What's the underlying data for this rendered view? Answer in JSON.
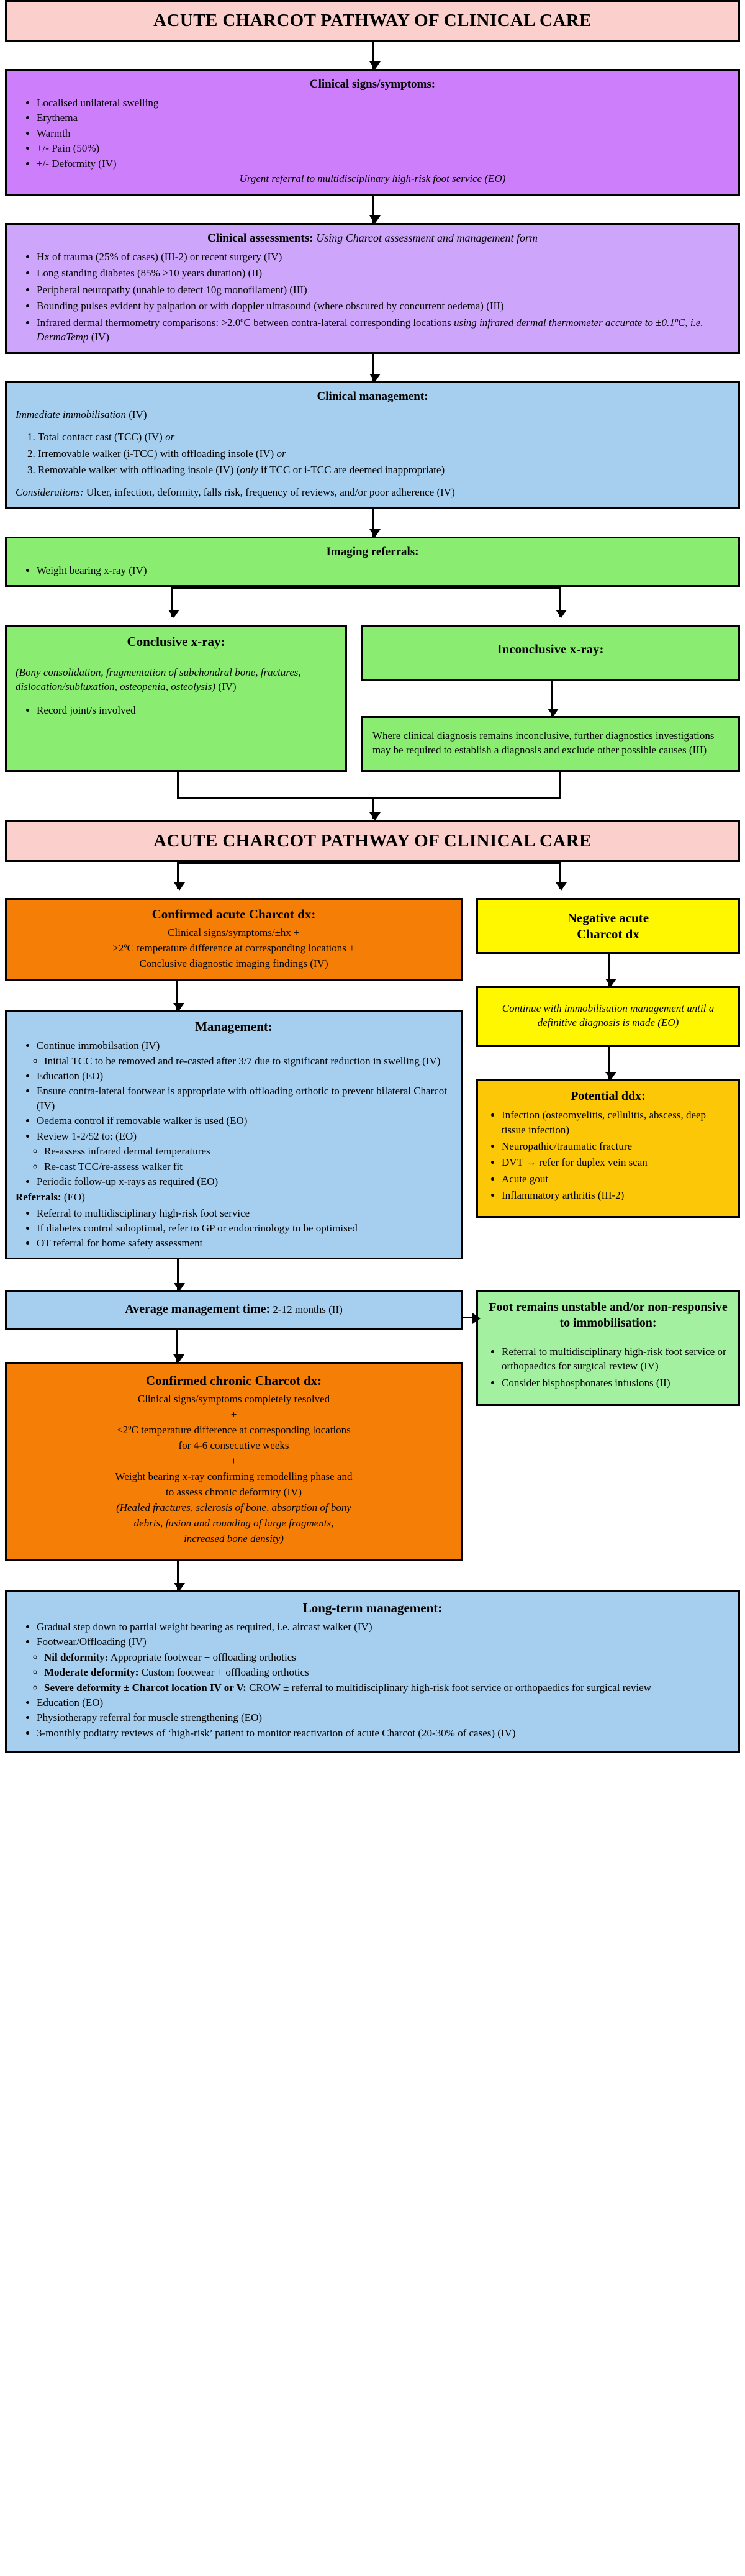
{
  "banner": {
    "title": "ACUTE CHARCOT PATHWAY OF CLINICAL CARE"
  },
  "signs": {
    "heading": "Clinical signs/symptoms:",
    "items": [
      "Localised unilateral swelling",
      "Erythema",
      "Warmth",
      "+/- Pain (50%)",
      "+/- Deformity (IV)"
    ],
    "footnote": "Urgent referral to multidisciplinary high-risk foot service (EO)"
  },
  "assessments": {
    "heading": "Clinical assessments:",
    "heading_sub": "Using Charcot assessment and management form",
    "items": [
      "Hx of trauma (25% of cases) (III-2) or recent surgery (IV)",
      "Long standing diabetes (85% >10 years duration) (II)",
      "Peripheral neuropathy (unable to detect 10g monofilament) (III)",
      "Bounding pulses evident by palpation or with doppler ultrasound (where obscured by concurrent oedema) (III)"
    ],
    "thermometry_lead": "Infrared dermal thermometry comparisons: >2.0ºC between contra-lateral corresponding locations ",
    "thermometry_italic": "using infrared dermal thermometer accurate to ±0.1ºC, i.e. DermaTemp",
    "thermometry_tail": " (IV)"
  },
  "management_early": {
    "heading": "Clinical management:",
    "immobilisation": "Immediate immobilisation",
    "immobilisation_tail": " (IV)",
    "options": [
      {
        "text": "Total contact cast (TCC) (IV) ",
        "italic": "or",
        "tail": ""
      },
      {
        "text": "Irremovable walker (i-TCC) with offloading insole (IV) ",
        "italic": "or",
        "tail": ""
      },
      {
        "text": "Removable walker with offloading insole (IV) (",
        "italic": "only",
        "tail": " if TCC or i-TCC are deemed inappropriate)"
      }
    ],
    "considerations_label": "Considerations:",
    "considerations_text": " Ulcer, infection, deformity, falls risk, frequency of reviews, and/or poor adherence (IV)"
  },
  "imaging": {
    "heading": "Imaging referrals:",
    "items": [
      "Weight bearing x-ray (IV)"
    ]
  },
  "conclusive": {
    "heading": "Conclusive x-ray:",
    "italic_note": "(Bony consolidation, fragmentation of subchondral bone, fractures, dislocation/subluxation, osteopenia, osteolysis)",
    "italic_tail": " (IV)",
    "items": [
      "Record joint/s involved"
    ]
  },
  "inconclusive": {
    "heading": "Inconclusive x-ray:",
    "body": "Where clinical diagnosis remains inconclusive, further diagnostics investigations may be required to establish a diagnosis and exclude other possible causes (III)"
  },
  "confirmed_acute": {
    "heading": "Confirmed acute Charcot dx:",
    "lines": [
      "Clinical signs/symptoms/±hx +",
      ">2ºC temperature difference at corresponding locations +",
      "Conclusive diagnostic imaging findings (IV)"
    ]
  },
  "negative_acute": {
    "heading_line1": "Negative acute",
    "heading_line2": "Charcot dx"
  },
  "continue_immob": {
    "text": "Continue with immobilisation management until a definitive diagnosis is made (EO)"
  },
  "management": {
    "heading": "Management:",
    "items": [
      {
        "text": "Continue immobilsation (IV)",
        "sub": [
          "Initial TCC to be removed and re-casted after 3/7 due to significant reduction in swelling (IV)"
        ]
      },
      {
        "text": "Education (EO)",
        "sub": []
      },
      {
        "text": "Ensure contra-lateral footwear is appropriate with offloading orthotic to prevent bilateral Charcot (IV)",
        "sub": []
      },
      {
        "text": "Oedema control if removable walker is used (EO)",
        "sub": []
      },
      {
        "text": "Review 1-2/52 to: (EO)",
        "sub": [
          "Re-assess infrared dermal temperatures",
          "Re-cast TCC/re-assess walker fit"
        ]
      },
      {
        "text": "Periodic follow-up x-rays as required (EO)",
        "sub": []
      }
    ],
    "referrals_label": "Referrals:",
    "referrals_tail": " (EO)",
    "referrals": [
      "Referral to multidisciplinary high-risk foot service",
      "If diabetes control suboptimal, refer to GP or endocrinology to be optimised",
      "OT referral for home safety assessment"
    ]
  },
  "potential_ddx": {
    "heading": "Potential ddx:",
    "items": [
      "Infection (osteomyelitis, cellulitis, abscess, deep tissue infection)",
      "Neuropathic/traumatic fracture",
      "DVT → refer for duplex vein scan",
      "Acute gout",
      "Inflammatory arthritis (III-2)"
    ]
  },
  "avg_time": {
    "label": "Average management time:",
    "value": " 2-12 months (II)"
  },
  "unstable": {
    "heading": "Foot remains unstable and/or non-responsive to immobilisation:",
    "items": [
      "Referral to multidisciplinary high-risk foot service or orthopaedics for surgical review (IV)",
      "Consider bisphosphonates infusions (II)"
    ]
  },
  "chronic": {
    "heading": "Confirmed chronic Charcot dx:",
    "lines": [
      "Clinical signs/symptoms completely resolved",
      "+",
      "<2ºC temperature difference at corresponding locations",
      "for 4-6 consecutive weeks",
      "+",
      "Weight bearing x-ray confirming remodelling phase and",
      "to assess chronic deformity (IV)"
    ],
    "italic_lines": [
      "(Healed fractures, sclerosis of bone, absorption of bony",
      "debris, fusion and rounding of large fragments,",
      "increased bone density)"
    ]
  },
  "longterm": {
    "heading": "Long-term management:",
    "item1": "Gradual step down to partial weight bearing as required, i.e. aircast walker (IV)",
    "item2": "Footwear/Offloading (IV)",
    "subs": [
      {
        "label": "Nil deformity:",
        "text": " Appropriate footwear + offloading orthotics"
      },
      {
        "label": "Moderate deformity:",
        "text": " Custom footwear + offloading orthotics"
      },
      {
        "label": "Severe deformity ± Charcot location IV or V:",
        "text": " CROW ± referral to multidisciplinary high-risk foot service or orthopaedics for surgical review"
      }
    ],
    "tail_items": [
      "Education (EO)",
      "Physiotherapy referral for muscle strengthening (EO)",
      "3-monthly podiatry reviews of ‘high-risk’ patient to monitor reactivation of acute Charcot (20-30% of cases) (IV)"
    ]
  },
  "colors": {
    "banner": "#fbd0cc",
    "purple": "#cd7ffb",
    "lilac": "#cda6fb",
    "blue": "#a6ceee",
    "green": "#8aec70",
    "light_green": "#a2f0a0",
    "orange": "#f57f06",
    "yellow": "#fff700",
    "gold": "#fbc707"
  }
}
